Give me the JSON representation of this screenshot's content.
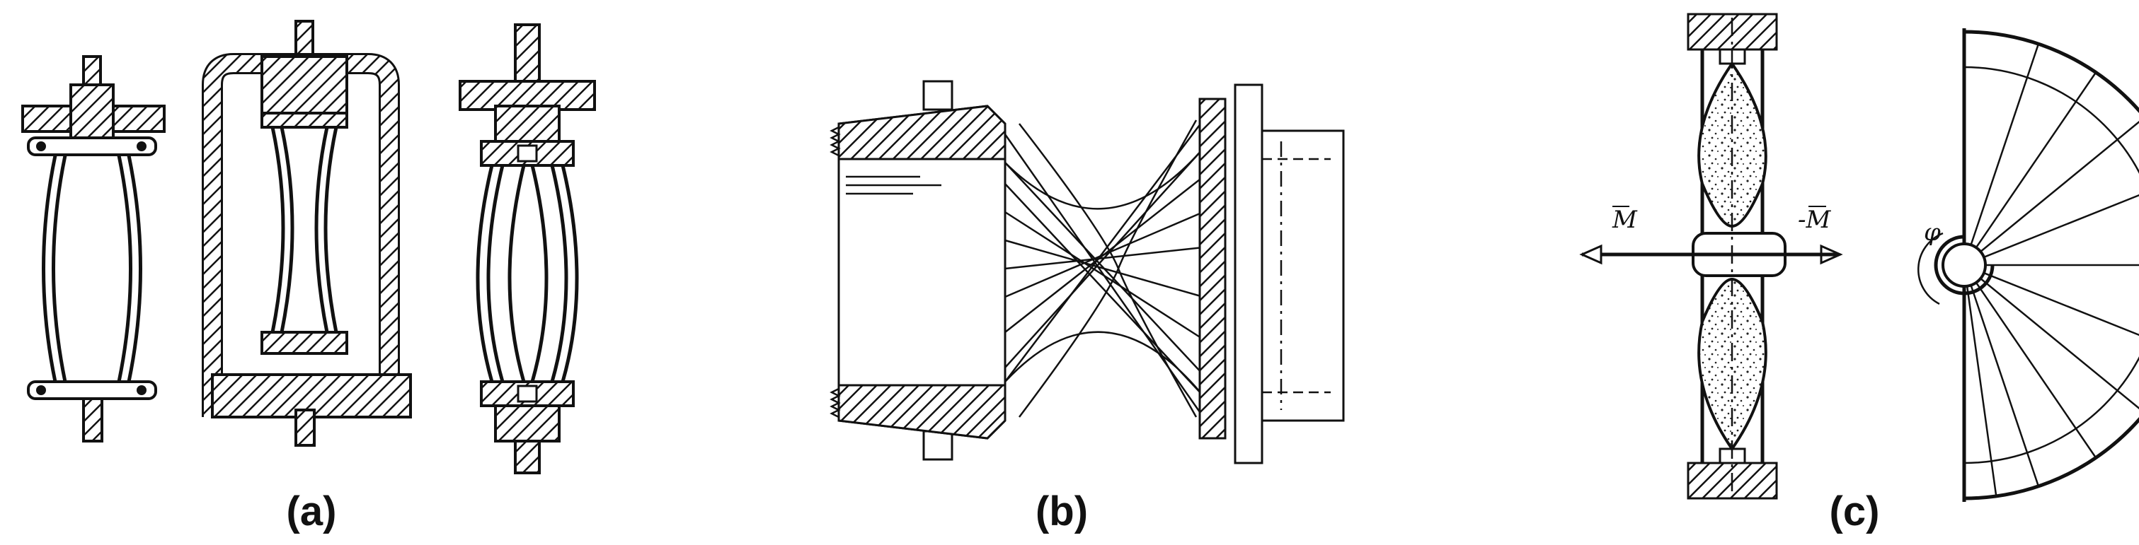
{
  "captions": {
    "a": "(a)",
    "b": "(b)",
    "c": "(c)"
  },
  "panel_c_labels": {
    "moment_left": "M",
    "moment_right": "-M",
    "angle": "φ"
  },
  "colors": {
    "ink": "#111111",
    "background": "#ffffff"
  }
}
